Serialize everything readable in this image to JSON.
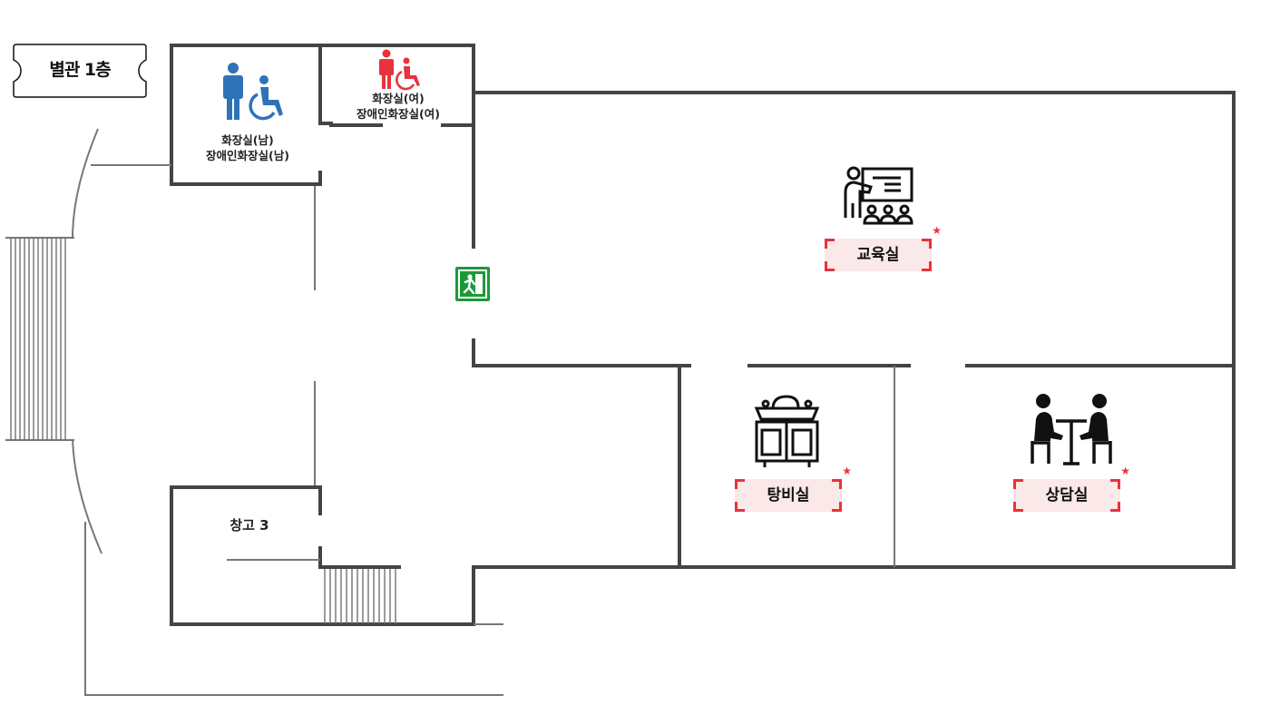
{
  "floor_label": "별관 1층",
  "rooms": {
    "restroom_men": {
      "line1": "화장실(남)",
      "line2": "장애인화장실(남)",
      "icon": "men-accessible-restroom-icon",
      "color": "#2f72b8"
    },
    "restroom_women": {
      "line1": "화장실(여)",
      "line2": "장애인화장실(여)",
      "icon": "women-accessible-restroom-icon",
      "color": "#e8323c"
    },
    "storage": {
      "label": "창고 3"
    },
    "education": {
      "label": "교육실",
      "icon": "lecture-icon"
    },
    "pantry": {
      "label": "탕비실",
      "icon": "sink-icon"
    },
    "counseling": {
      "label": "상담실",
      "icon": "counseling-icon"
    }
  },
  "exit": {
    "icon": "emergency-exit-icon",
    "color": "#1b9a3a"
  },
  "colors": {
    "wall": "#444444",
    "thin_line": "#777777",
    "tag_accent": "#e8323c",
    "tag_bg": "#fbe8e8"
  }
}
